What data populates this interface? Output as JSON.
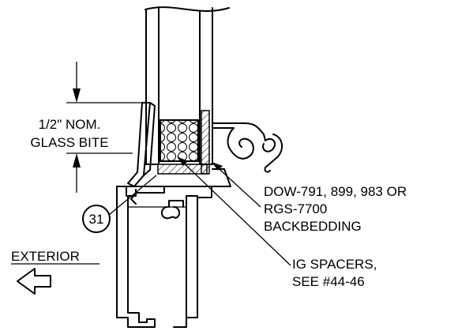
{
  "labels": {
    "glass_bite_line1": "1/2\" NOM.",
    "glass_bite_line2": "GLASS BITE",
    "callout_number": "31",
    "backbedding_line1": "DOW-791, 899, 983 OR",
    "backbedding_line2": "RGS-7700",
    "backbedding_line3": "BACKBEDDING",
    "spacers_line1": "IG SPACERS,",
    "spacers_line2": "SEE #44-46",
    "exterior": "EXTERIOR"
  }
}
